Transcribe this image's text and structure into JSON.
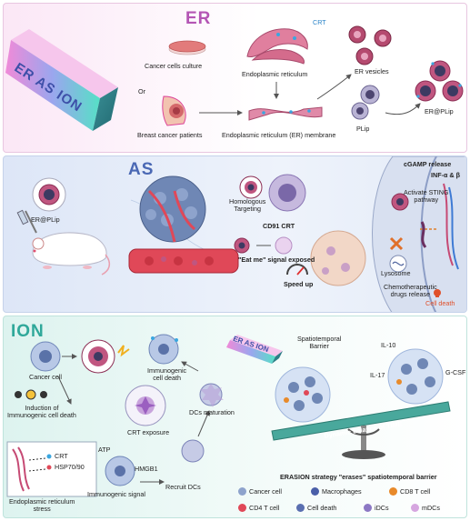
{
  "er": {
    "title": "ER",
    "cube_text": "ER AS ION",
    "cancer_cells_culture": "Cancer cells culture",
    "or": "Or",
    "breast_cancer_patients": "Breast cancer patients",
    "endoplasmic_reticulum": "Endoplasmic reticulum",
    "crt": "CRT",
    "er_membrane": "Endoplasmic reticulum (ER) membrane",
    "er_vesicles": "ER vesicles",
    "plip": "PLip",
    "er_plip": "ER@PLip"
  },
  "as": {
    "title": "AS",
    "er_plip": "ER@PLip",
    "homologous_targeting": "Homologous\nTargeting",
    "cd91_crt": "CD91  CRT",
    "eat_me": "\"Eat me\" signal exposed",
    "speed_up": "Speed up",
    "cgamp_release": "cGAMP release",
    "inf": "INF-α & β",
    "activate_sting": "Activate STING\npathway",
    "lysosome": "Lysosome",
    "chemo_release": "Chemotherapeutic\ndrugs release",
    "cell_death": "Cell death"
  },
  "ion": {
    "title": "ION",
    "cancer_cell": "Cancer cell",
    "induction": "Induction of\nImmunogenic cell death",
    "immunogenic_cell_death": "Immunogenic\ncell death",
    "crt_exposure": "CRT exposure",
    "dcs_maturation": "DCs maturation",
    "crt": "CRT",
    "hsp": "HSP70/90",
    "atp": "ATP",
    "hmgb1": "HMGB1",
    "er_stress": "Endoplasmic reticulum\nstress",
    "immunogenic_signal": "Immunogenic signal",
    "recruit_dcs": "Recruit DCs",
    "cube_text": "ER AS ION",
    "spatiotemporal_barrier": "Spatiotemporal\nBarrier",
    "il10": "IL-10",
    "il17": "IL-17",
    "gcsf": "G-CSF",
    "balance": "Dynamic balance of TIME",
    "strategy": "ERASION strategy \"erases\" spatiotemporal barrier",
    "legend": {
      "cancer_cell": "Cancer cell",
      "macrophages": "Macrophages",
      "cd8": "CD8 T cell",
      "cd4": "CD4 T cell",
      "cell_death": "Cell death",
      "idcs": "iDCs",
      "mdcs": "mDCs"
    }
  },
  "colors": {
    "er_title": "#b455b4",
    "as_title": "#4a68b4",
    "ion_title": "#2fa89a",
    "cell_death": "#e0502a"
  }
}
